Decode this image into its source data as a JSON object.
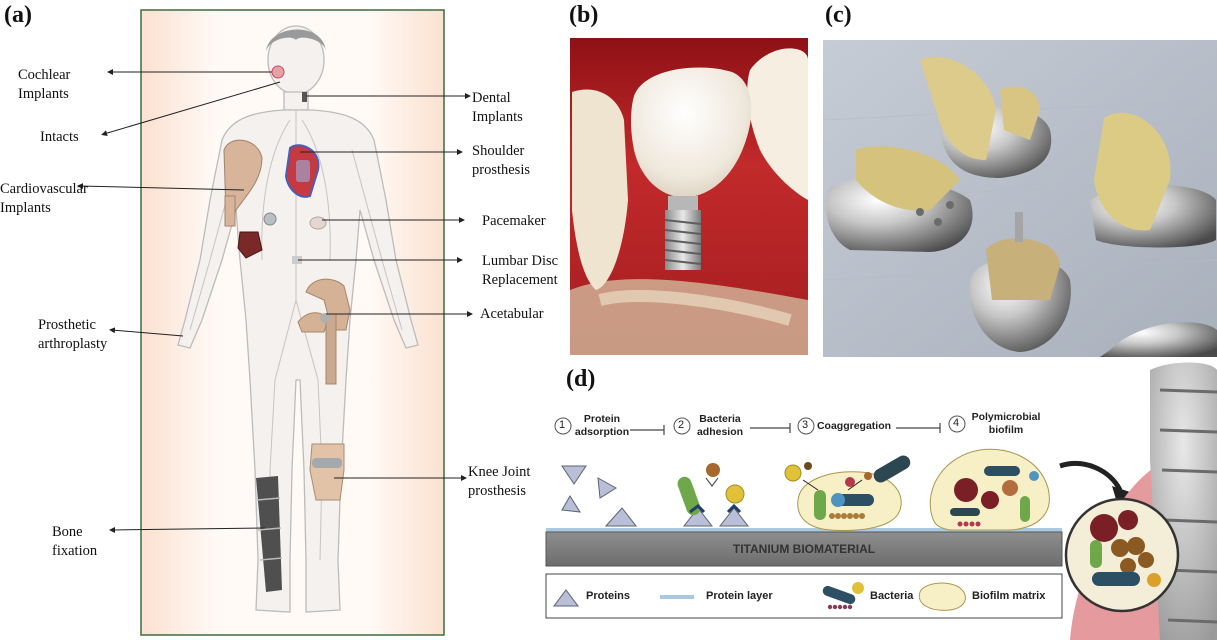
{
  "panels": {
    "a": "(a)",
    "b": "(b)",
    "c": "(c)",
    "d": "(d)"
  },
  "body_labels_left": {
    "cochlear": [
      "Cochlear",
      "Implants"
    ],
    "intacts": [
      "Intacts"
    ],
    "cardiovascular": [
      "Cardiovascular",
      "Implants"
    ],
    "prosthetic": [
      "Prosthetic",
      "arthroplasty"
    ],
    "bone": [
      "Bone",
      "fixation"
    ]
  },
  "body_labels_right": {
    "dental": [
      "Dental",
      "Implants"
    ],
    "shoulder": [
      "Shoulder",
      "prosthesis"
    ],
    "pacemaker": [
      "Pacemaker"
    ],
    "lumbar": [
      "Lumbar Disc",
      "Replacement"
    ],
    "acetabular": [
      "Acetabular"
    ],
    "knee": [
      "Knee Joint",
      "prosthesis"
    ]
  },
  "biofilm_steps": [
    {
      "num": "1",
      "label": [
        "Protein",
        "adsorption"
      ]
    },
    {
      "num": "2",
      "label": [
        "Bacteria",
        "adhesion"
      ]
    },
    {
      "num": "3",
      "label": [
        "Coaggregation"
      ]
    },
    {
      "num": "4",
      "label": [
        "Polymicrobial",
        "biofilm"
      ]
    }
  ],
  "substrate_label": "TITANIUM BIOMATERIAL",
  "legend": {
    "proteins": "Proteins",
    "protein_layer": "Protein layer",
    "bacteria": "Bacteria",
    "matrix": "Biofilm matrix"
  },
  "colors": {
    "gum": "#c42a2c",
    "crown": "#f1ece4",
    "metal": "#b9b9b9",
    "bone_cement": "#d8c77e",
    "cloth": "#bfc6cf",
    "substrate": "#7d7d7d",
    "protein": "#b9bfd6",
    "protein_layer": "#a9c9e3",
    "matrix": "#f7f0c7"
  }
}
